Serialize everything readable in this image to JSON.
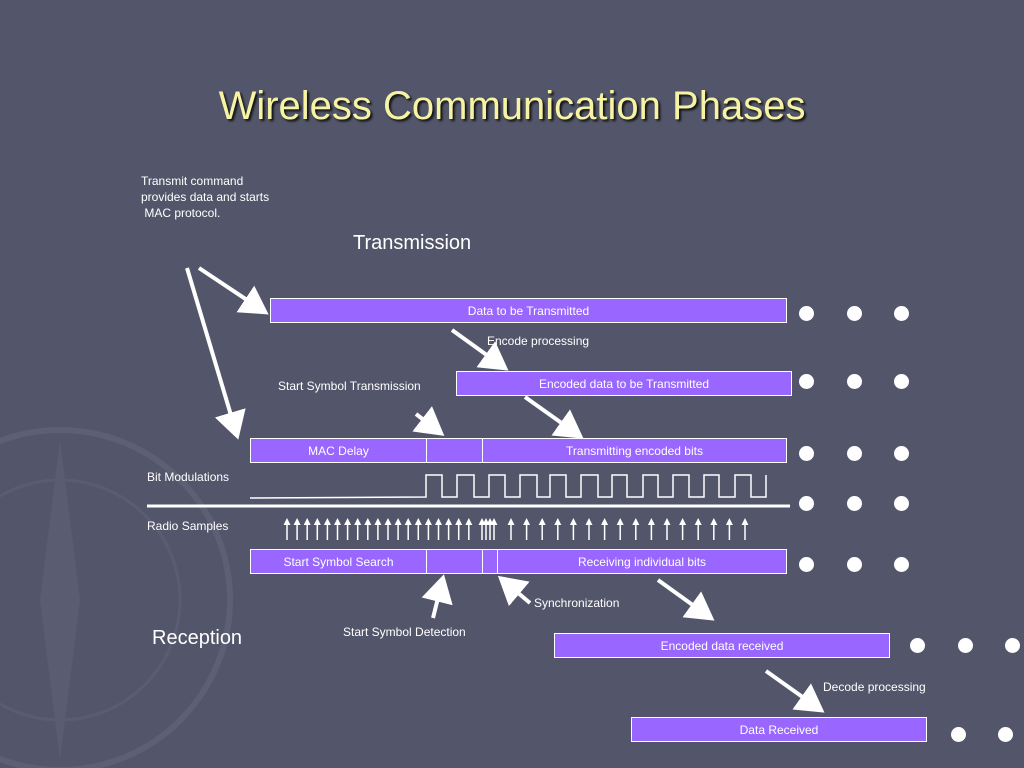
{
  "title": "Wireless Communication Phases",
  "labels": {
    "transmit_line1": "Transmit command",
    "transmit_line2": "provides data and starts",
    "transmit_line3": " MAC protocol.",
    "transmission": "Transmission",
    "encode_processing": "Encode processing",
    "start_symbol_transmission": "Start Symbol Transmission",
    "bit_modulations": "Bit Modulations",
    "radio_samples": "Radio Samples",
    "synchronization": "Synchronization",
    "start_symbol_detection": "Start Symbol Detection",
    "reception": "Reception",
    "decode_processing": "Decode processing"
  },
  "boxes": {
    "data_to_be_transmitted": "Data to be Transmitted",
    "encoded_data_to_be_transmitted": "Encoded data to be Transmitted",
    "mac_delay": "MAC Delay",
    "transmitting_encoded_bits": "Transmitting encoded bits",
    "start_symbol_search": "Start Symbol Search",
    "receiving_individual_bits": "Receiving individual bits",
    "encoded_data_received": "Encoded data received",
    "data_received": "Data Received"
  },
  "colors": {
    "background": "#53566a",
    "title": "#f6f3a4",
    "box_fill": "#9966ff",
    "line": "#ffffff"
  }
}
